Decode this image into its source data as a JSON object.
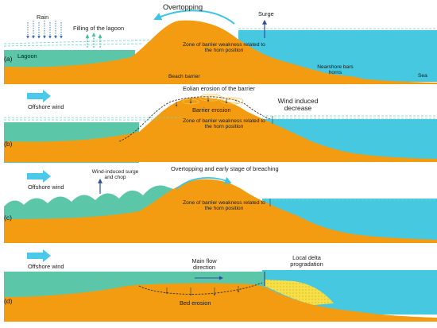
{
  "colors": {
    "sand": "#f39c12",
    "sand_dark": "#e08a07",
    "lagoon": "#5cc7a8",
    "sea": "#45c8e0",
    "arrow": "#3ec3e6",
    "rain": "#2f67b8",
    "wind_arrow": "#4cc8ea",
    "delta": "#f6e04a"
  },
  "panel_a": {
    "tag": "(a)",
    "rain": "Rain",
    "filling": "Filling of the lagoon",
    "overtopping": "Overtopping",
    "surge": "Surge",
    "lagoon": "Lagoon",
    "zone": "Zone of barrier weakness related to the horn position",
    "beach_barrier": "Beach barrier",
    "nearshore": "Nearshore bars horns",
    "sea": "Sea"
  },
  "panel_b": {
    "tag": "(b)",
    "offshore_wind": "Offshore wind",
    "eolian": "Eolian erosion of the barrier",
    "barrier_erosion": "Barrier erosion",
    "wind_decrease": "Wind induced decrease",
    "zone": "Zone of barrier weakness related to the horn position"
  },
  "panel_c": {
    "tag": "(c)",
    "offshore_wind": "Offshore wind",
    "surge_chop": "Wind-induced surge and chop",
    "overtopping_breach": "Overtopping and early stage of breaching",
    "zone": "Zone of barrier weakness related to the horn position"
  },
  "panel_d": {
    "tag": "(d)",
    "offshore_wind": "Offshore wind",
    "main_flow": "Main flow direction",
    "bed_erosion": "Bed erosion",
    "delta": "Local delta progradation"
  }
}
